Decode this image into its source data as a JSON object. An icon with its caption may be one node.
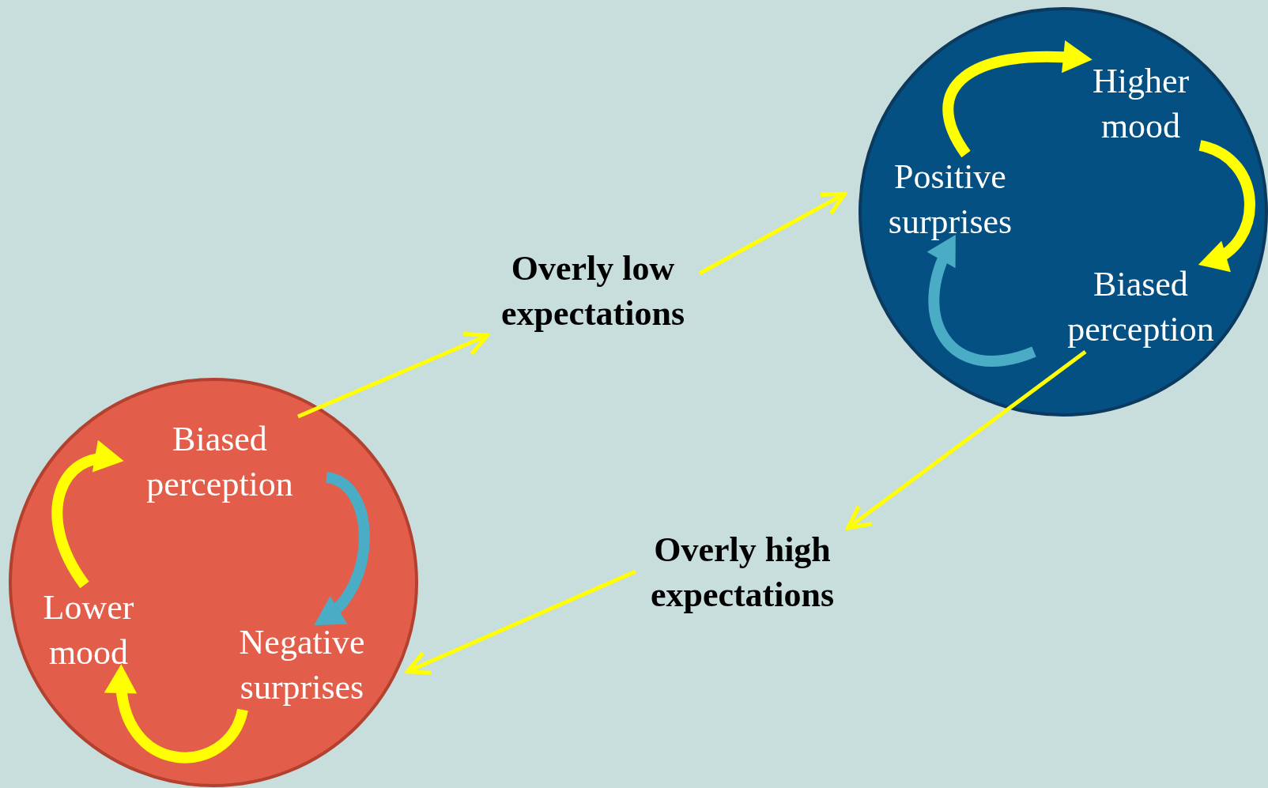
{
  "diagram": {
    "nodes": [
      {
        "text": [],
        "shape": "circle"
      },
      {
        "text": [
          "Biased perception"
        ],
        "in": 0
      },
      {
        "text": [
          "Negative surprises"
        ],
        "in": 0
      },
      {
        "text": [
          "Lower mood"
        ],
        "in": 0
      },
      {
        "text": [
          "Overly low expectations"
        ]
      },
      {
        "text": [],
        "shape": "circle"
      },
      {
        "text": [
          "Higher mood"
        ],
        "in": 5
      },
      {
        "text": [
          "Biased perception"
        ],
        "in": 5
      },
      {
        "text": [
          "Positive surprises"
        ],
        "in": 5
      },
      {
        "text": [
          "Overly high expectations"
        ]
      }
    ],
    "edges": [
      {
        "from": 1,
        "to": 2,
        "arrow": "to",
        "color": "#4bacc6"
      },
      {
        "from": 2,
        "to": 3,
        "arrow": "to"
      },
      {
        "from": 3,
        "to": 1,
        "arrow": "to"
      },
      {
        "from": 1,
        "to": 4,
        "arrow": "to"
      },
      {
        "from": 4,
        "to": 8,
        "arrow": "to"
      },
      {
        "from": 8,
        "to": 6,
        "arrow": "to"
      },
      {
        "from": 6,
        "to": 7,
        "arrow": "to"
      },
      {
        "from": 7,
        "to": 8,
        "arrow": "to",
        "color": "#4bacc6"
      },
      {
        "from": 7,
        "to": 9,
        "arrow": "to"
      },
      {
        "from": 9,
        "to": 2,
        "arrow": "to"
      }
    ]
  }
}
